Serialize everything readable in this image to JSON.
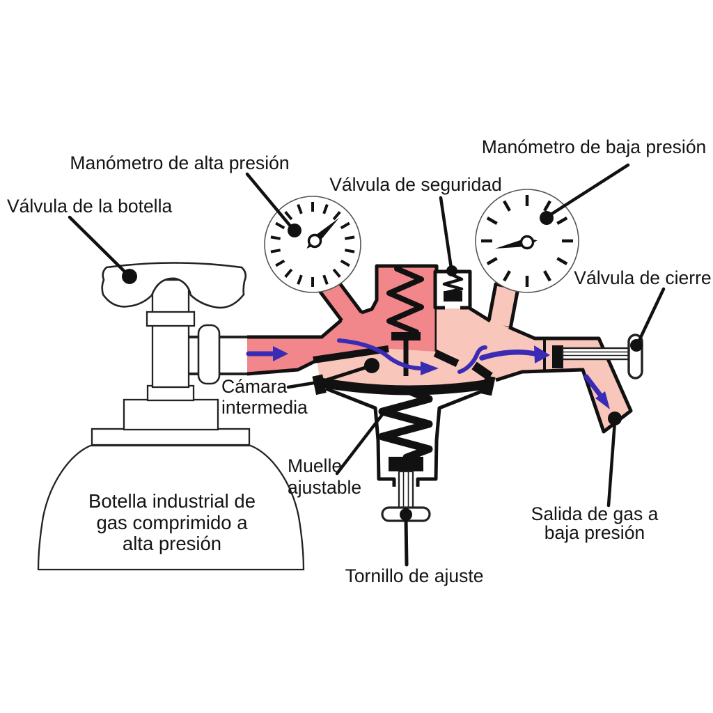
{
  "labels": {
    "bottle_valve": "Válvula de la botella",
    "high_pressure_gauge": "Manómetro de alta presión",
    "safety_valve": "Válvula de seguridad",
    "low_pressure_gauge": "Manómetro de baja presión",
    "shutoff_valve": "Válvula de cierre",
    "intermediate_chamber": [
      "Cámara",
      "intermedia"
    ],
    "adjustable_spring": [
      "Muelle",
      "ajustable"
    ],
    "cylinder": [
      "Botella industrial de",
      "gas comprimido a",
      "alta presión"
    ],
    "low_pressure_outlet": [
      "Salida de gas a",
      "baja presión"
    ],
    "adjustment_screw": "Tornillo de ajuste"
  },
  "colors": {
    "high_pressure_gas": "#f2878b",
    "low_pressure_gas": "#f8c6ba",
    "flow_arrow": "#3a2bb5",
    "outline": "#111111",
    "background": "#ffffff"
  }
}
